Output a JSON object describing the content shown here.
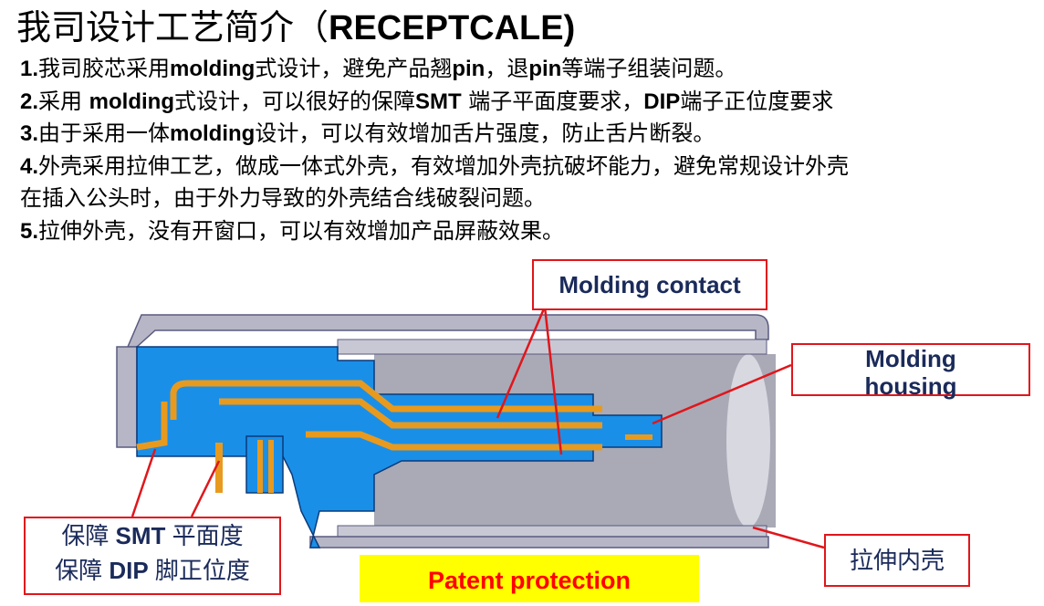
{
  "title": {
    "cn": "我司设计工艺简介（",
    "en": "RECEPTCALE)"
  },
  "points": [
    {
      "num": "1.",
      "parts": [
        "我司胶芯采用",
        "molding",
        "式设计，避免产品翘",
        "pin",
        "，退",
        "pin",
        "等端子组装问题。"
      ]
    },
    {
      "num": "2.",
      "parts": [
        "采用 ",
        "molding",
        "式设计，可以很好的保障",
        "SMT",
        " 端子平面度要求，",
        "DIP",
        "端子正位度要求"
      ]
    },
    {
      "num": "3.",
      "parts": [
        "由于采用一体",
        "molding",
        "设计，可以有效增加舌片强度，防止舌片断裂。",
        "",
        "",
        "",
        ""
      ]
    },
    {
      "num": "4.",
      "parts": [
        "外壳采用拉伸工艺，做成一体式外壳，有效增加外壳抗破坏能力，避免常规设计外壳",
        "",
        "",
        "",
        "",
        "",
        ""
      ]
    },
    {
      "num": "",
      "parts": [
        "在插入公头时，由于外力导致的外壳结合线破裂问题。",
        "",
        "",
        "",
        "",
        "",
        ""
      ]
    },
    {
      "num": "5.",
      "parts": [
        "拉伸外壳，没有开窗口，可以有效增加产品屏蔽效果。",
        "",
        "",
        "",
        "",
        "",
        ""
      ]
    }
  ],
  "callouts": {
    "molding_contact": "Molding contact",
    "molding_housing_1": "Molding",
    "molding_housing_2": "housing",
    "smt_1": "保障 ",
    "smt_1b": "SMT",
    "smt_1c": " 平面度",
    "dip_1": "保障 ",
    "dip_1b": "DIP",
    "dip_1c": " 脚正位度",
    "shell": "拉伸内壳"
  },
  "patent": "Patent protection",
  "colors": {
    "housing_blue": "#1a8fe8",
    "contact_orange": "#e89a1e",
    "shell_gray": "#b8b8c8",
    "callout_red": "#e0161b",
    "patent_bg": "#ffff00",
    "patent_text": "#ff0000"
  }
}
